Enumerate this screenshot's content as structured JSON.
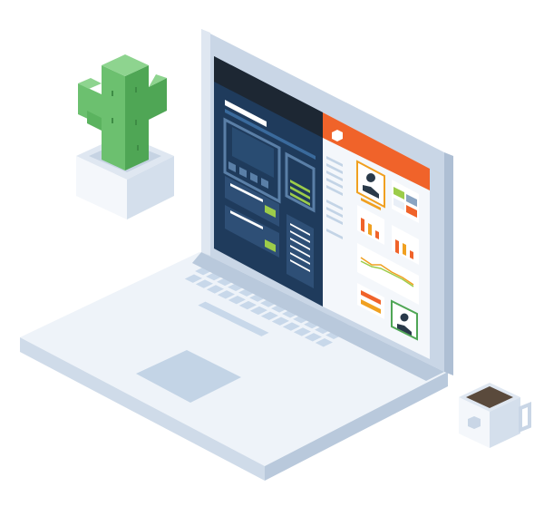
{
  "scene": {
    "objects": [
      "laptop",
      "potted-cactus",
      "coffee-mug"
    ]
  },
  "colors": {
    "background": "#ffffff",
    "laptop_body": "#e9eff7",
    "laptop_edge": "#c9d6e6",
    "key": "#c3d4e6",
    "screen_dark": "#1f3b5c",
    "screen_header_dark": "#1d2733",
    "accent_orange": "#f0632a",
    "cactus_green": "#6cc06f",
    "cactus_shade": "#4fa655",
    "pot": "#e9eff7",
    "coffee": "#5a4a3c"
  },
  "screen": {
    "left_panel": "code-editor-dark",
    "right_panel": "dashboard-light",
    "dashboard_widgets": [
      "profile-card",
      "color-swatches",
      "bar-chart",
      "bar-chart",
      "line-chart",
      "bar-chart",
      "profile-card"
    ]
  },
  "icons": [
    "hexagon-logo-icon",
    "user-avatar-icon",
    "mug-logo-icon"
  ]
}
